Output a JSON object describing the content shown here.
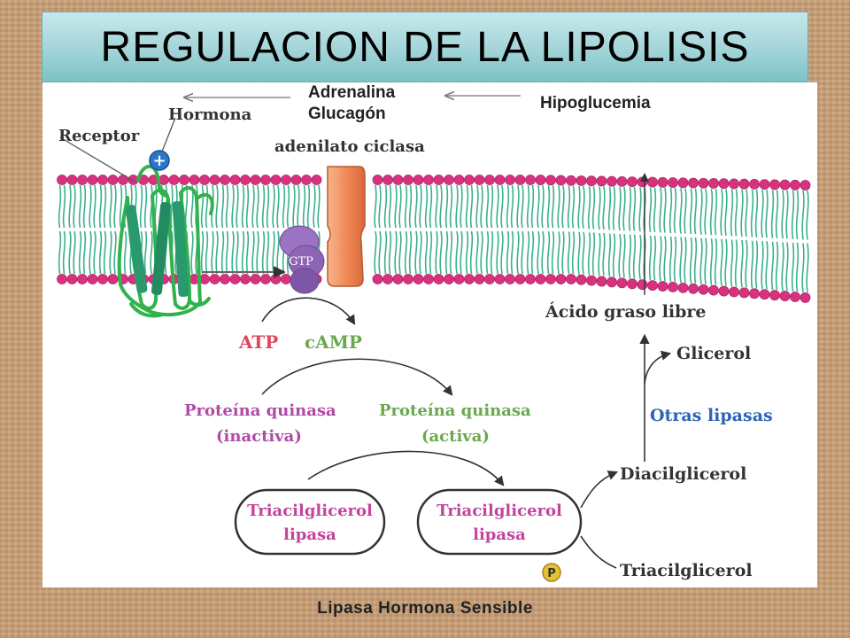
{
  "title": "REGULACION DE LA LIPOLISIS",
  "caption": "Lipasa Hormona Sensible",
  "labels": {
    "adrenalina": "Adrenalina",
    "glucagon": "Glucagón",
    "hipoglucemia": "Hipoglucemia",
    "hormona": "Hormona",
    "receptor": "Receptor",
    "adenilato_ciclasa": "adenilato ciclasa",
    "plus_sign": "+",
    "protein_g": "GTP",
    "atp": "ATP",
    "camp": "cAMP",
    "pk_inactive_line1": "Proteína quinasa",
    "pk_inactive_line2": "(inactiva)",
    "pk_active_line1": "Proteína quinasa",
    "pk_active_line2": "(activa)",
    "tag_lipase_1_line1": "Triacilglicerol",
    "tag_lipase_1_line2": "lipasa",
    "tag_lipase_2_line1": "Triacilglicerol",
    "tag_lipase_2_line2": "lipasa",
    "phosphate": "P",
    "acido_graso_libre": "Ácido graso libre",
    "glicerol": "Glicerol",
    "otras_lipasas": "Otras lipasas",
    "diacilglicerol": "Diacilglicerol",
    "triacilglicerol": "Triacilglicerol"
  },
  "colors": {
    "phospholipid_head": "#d8327e",
    "lipid_tail": "#3db08f",
    "receptor_green": "#2fb34a",
    "adenylate_cyclase": "#f08a56",
    "g_protein": "#8e64b5",
    "atp_red": "#e0475a",
    "kinase_inactive": "#b04aa6",
    "kinase_active": "#6aa84f",
    "lipase_text": "#c2459c",
    "other_lipases": "#2e63b8",
    "phosphate_yellow": "#e8c12e"
  }
}
